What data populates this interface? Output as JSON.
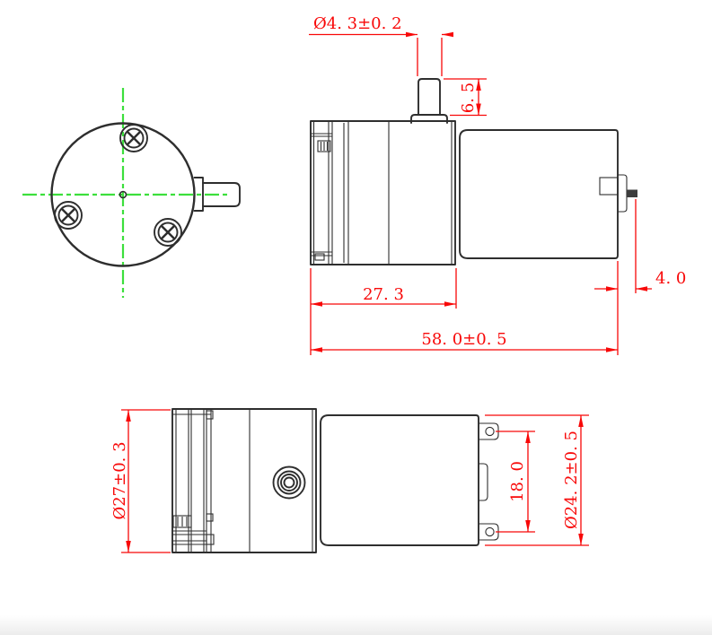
{
  "drawing": {
    "dimensions": {
      "shaft_diameter": "Ø4. 3±0. 2",
      "shaft_height": "6. 5",
      "pump_head_length": "27. 3",
      "overall_length": "58. 0±0. 5",
      "terminal_offset": "4. 0",
      "pump_diameter": "Ø27±0. 3",
      "terminal_spacing": "18. 0",
      "motor_diameter": "Ø24. 2±0. 5"
    },
    "colors": {
      "outline": "#2e2e2e",
      "dimension": "#f80808",
      "centerline": "#3cdf3c",
      "background": "#ffffff"
    }
  }
}
